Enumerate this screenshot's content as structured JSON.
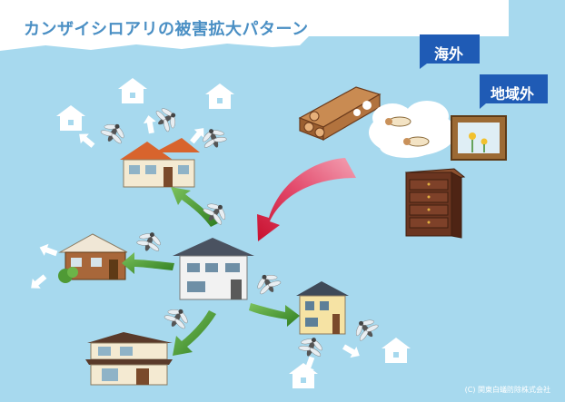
{
  "title": "カンザイシロアリの被害拡大パターン",
  "flags": {
    "overseas": "海外",
    "outside_region": "地域外"
  },
  "copyright": "(C) 関東白蟻防除株式会社",
  "colors": {
    "sky": "#a7d9ee",
    "flag": "#1f5bb5",
    "arrow_green": "#3f9a2c",
    "arrow_red": "#d8264a",
    "wood": "#7a4a2b",
    "roof_orange": "#d8642d"
  }
}
